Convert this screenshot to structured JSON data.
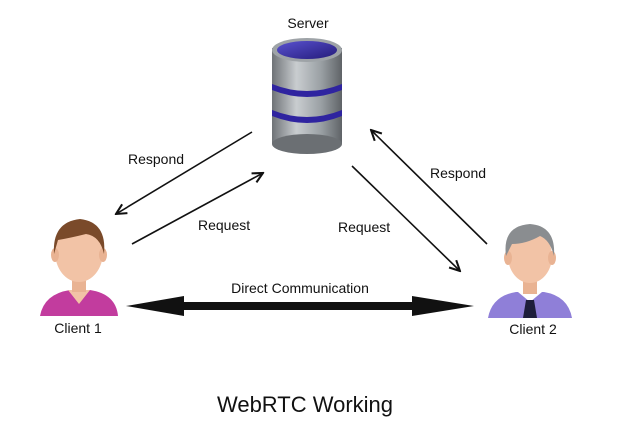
{
  "server": {
    "label": "Server"
  },
  "client1": {
    "label": "Client 1"
  },
  "client2": {
    "label": "Client 2"
  },
  "links": {
    "left_respond": "Respond",
    "left_request": "Request",
    "right_respond": "Respond",
    "right_request": "Request",
    "direct": "Direct Communication"
  },
  "title": "WebRTC Working",
  "colors": {
    "server_top": "#3a2f9c",
    "server_band": "#3b2fb0",
    "server_body": "#8f9498",
    "client1_shirt": "#c23c9e",
    "client2_shirt": "#8f7fd8",
    "skin": "#f2c3a6",
    "hair1": "#7a4a2a",
    "hair2": "#8a8d90"
  },
  "icons": [
    "server-icon",
    "client1-avatar-icon",
    "client2-avatar-icon"
  ]
}
